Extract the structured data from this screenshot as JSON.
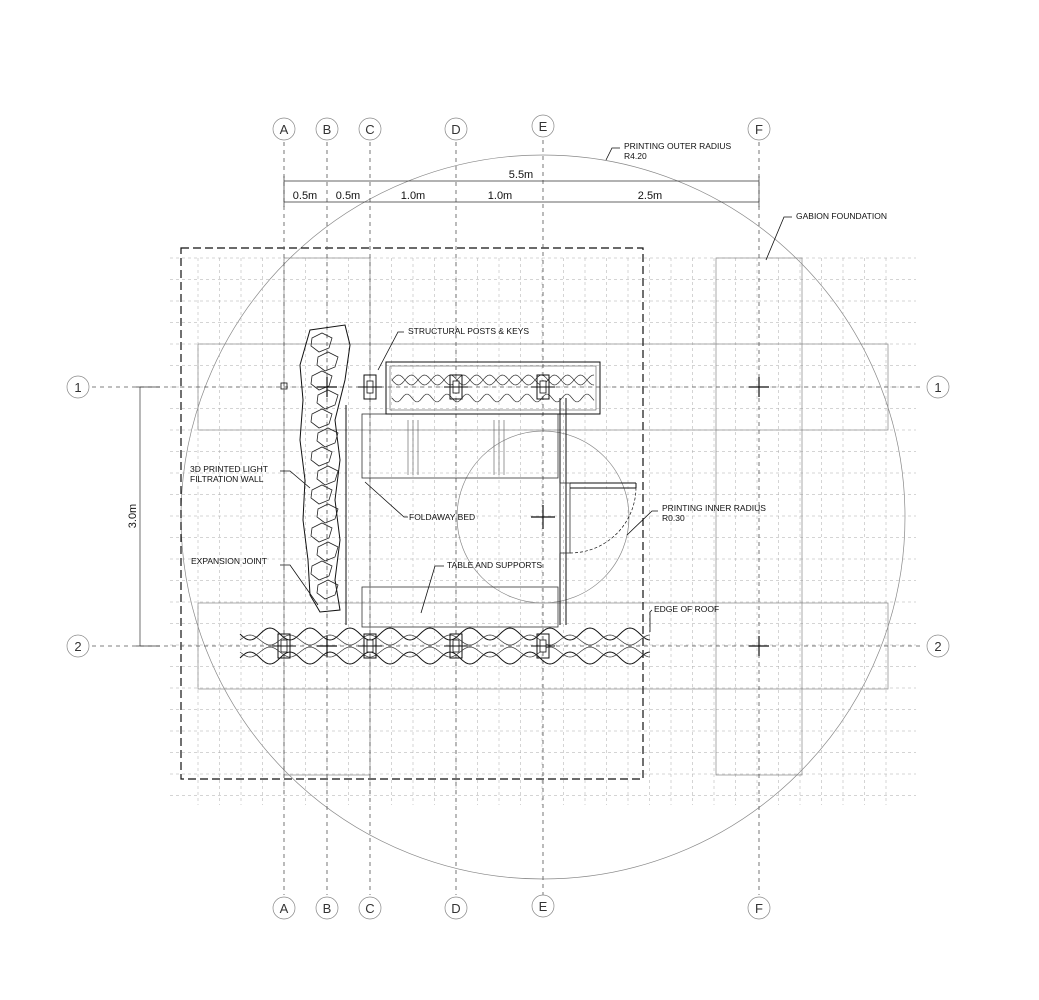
{
  "grid_columns": [
    "A",
    "B",
    "C",
    "D",
    "E",
    "F"
  ],
  "grid_rows": [
    "1",
    "2"
  ],
  "dimensions": {
    "overall": "5.5m",
    "segments": [
      "0.5m",
      "0.5m",
      "1.0m",
      "1.0m",
      "2.5m"
    ],
    "vertical": "3.0m"
  },
  "labels": {
    "outer_radius_1": "PRINTING OUTER RADIUS",
    "outer_radius_2": "R4.20",
    "gabion": "GABION FOUNDATION",
    "posts": "STRUCTURAL POSTS & KEYS",
    "filtration_1": "3D PRINTED LIGHT",
    "filtration_2": "FILTRATION WALL",
    "bed": "FOLDAWAY BED",
    "inner_radius_1": "PRINTING INNER RADIUS",
    "inner_radius_2": "R0.30",
    "expansion": "EXPANSION JOINT",
    "table": "TABLE AND SUPPORTS",
    "roof": "EDGE OF ROOF"
  }
}
